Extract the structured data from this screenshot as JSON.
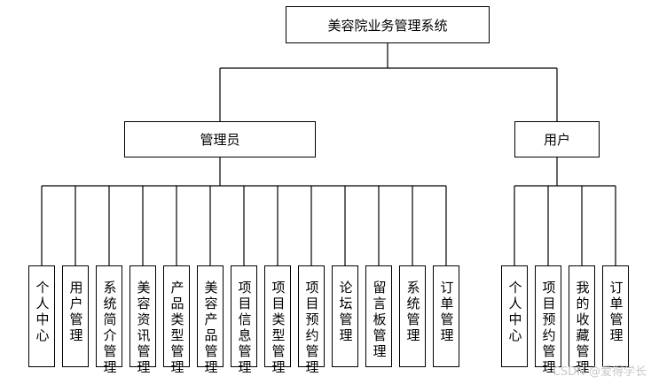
{
  "root": {
    "label": "美容院业务管理系统"
  },
  "admin": {
    "label": "管理员",
    "children": [
      "个人中心",
      "用户管理",
      "系统简介管理",
      "美容资讯管理",
      "产品类型管理",
      "美容产品管理",
      "项目信息管理",
      "项目类型管理",
      "项目预约管理",
      "论坛管理",
      "留言板管理",
      "系统管理",
      "订单管理"
    ]
  },
  "user": {
    "label": "用户",
    "children": [
      "个人中心",
      "项目预约管理",
      "我的收藏管理",
      "订单管理"
    ]
  },
  "watermark": "CSDN @爱得学长",
  "colors": {
    "line": "#000000",
    "box_border": "#000000",
    "watermark": "#c8c8c8"
  }
}
